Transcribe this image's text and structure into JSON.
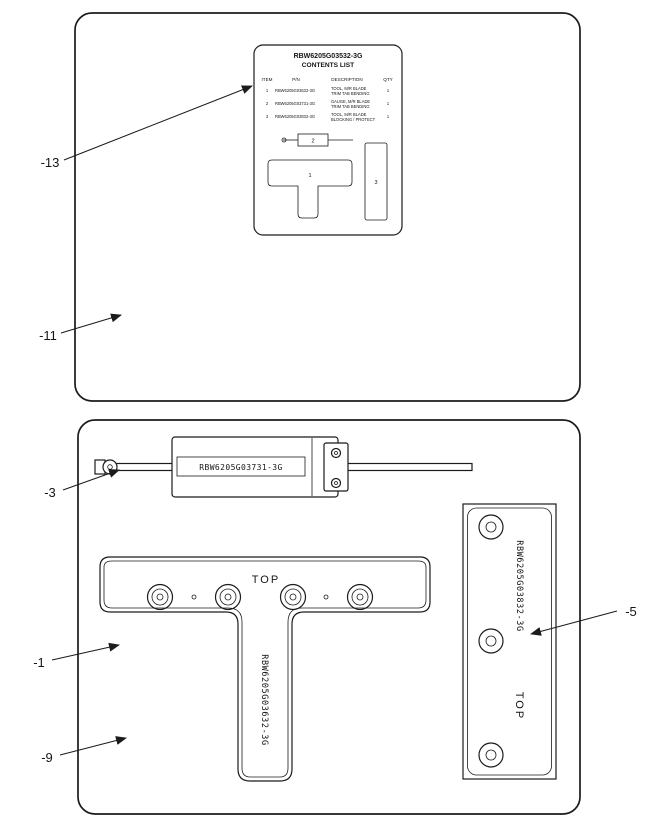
{
  "contents": {
    "title": "RBW6205G03532-3G",
    "subtitle": "CONTENTS LIST",
    "headers": {
      "item": "ITEM",
      "pn": "P/N",
      "description": "DESCRIPTION",
      "qty": "QTY"
    },
    "rows": [
      {
        "item": "1",
        "pn": "RBW6205G03632-3G",
        "desc1": "TOOL, M/R BLADE",
        "desc2": "TRIM TAB BENDING",
        "qty": "1"
      },
      {
        "item": "2",
        "pn": "RBW6205G03731-3G",
        "desc1": "GAUGE, M/R BLADE",
        "desc2": "TRIM TAB BENDING",
        "qty": "1"
      },
      {
        "item": "3",
        "pn": "RBW6205G03832-3G",
        "desc1": "TOOL, M/R BLADE",
        "desc2": "BLOCKING / PROTECT",
        "qty": "1"
      }
    ],
    "mini": {
      "gauge": "2",
      "t_tool": "1",
      "block": "3"
    }
  },
  "callouts": {
    "c13": "-13",
    "c11": "-11",
    "c3": "-3",
    "c1": "-1",
    "c9": "-9",
    "c5": "-5"
  },
  "tools": {
    "gauge_pn": "RBW6205G03731-3G",
    "t_tool_pn": "RBW6205G03632-3G",
    "block_pn": "RBW6205G03832-3G",
    "t_tool_top": "TOP",
    "block_top": "TOP"
  },
  "colors": {
    "line": "#1b1b1b",
    "background": "#ffffff"
  }
}
